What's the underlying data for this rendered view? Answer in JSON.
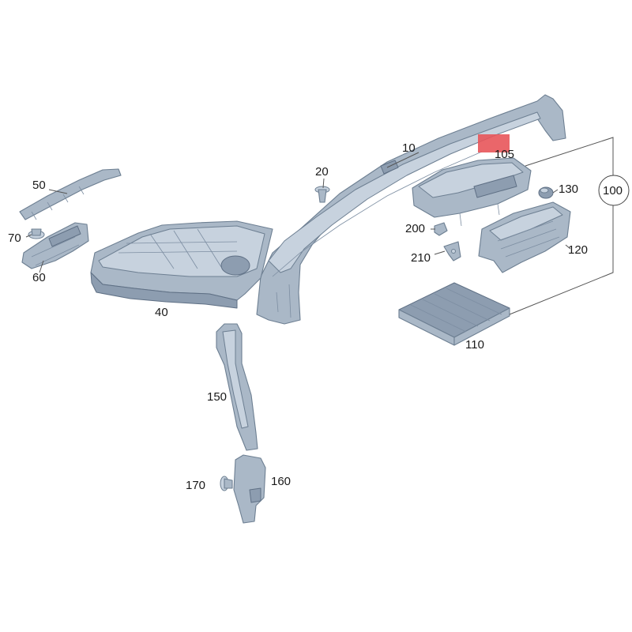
{
  "labels": {
    "p10": "10",
    "p20": "20",
    "p40": "40",
    "p50": "50",
    "p60": "60",
    "p70": "70",
    "p100": "100",
    "p105": "105",
    "p110": "110",
    "p120": "120",
    "p130": "130",
    "p150": "150",
    "p160": "160",
    "p170": "170",
    "p200": "200",
    "p210": "210"
  },
  "colors": {
    "part_fill": "#aab8c7",
    "part_outline": "#6d7f92",
    "highlight": "#e8555a",
    "leader_line": "#555555"
  }
}
